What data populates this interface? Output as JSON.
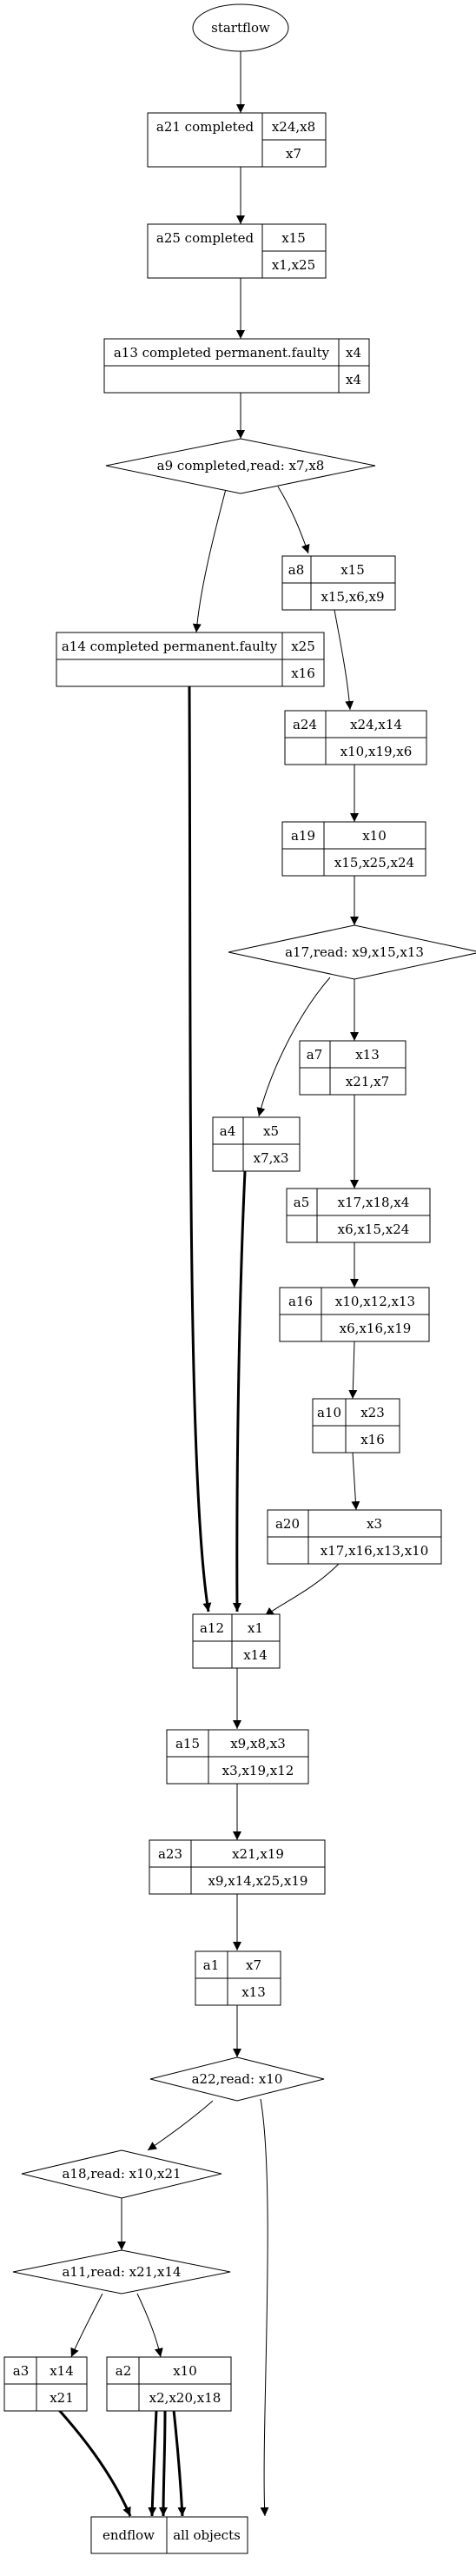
{
  "nodes": {
    "startflow": {
      "label": "startflow"
    },
    "a21": {
      "name": "a21 completed",
      "top": "x24,x8",
      "bottom": "x7"
    },
    "a25": {
      "name": "a25 completed",
      "top": "x15",
      "bottom": "x1,x25"
    },
    "a13": {
      "name": "a13 completed permanent.faulty",
      "top": "x4",
      "bottom": "x4"
    },
    "a9": {
      "label": "a9 completed,read: x7,x8"
    },
    "a8": {
      "name": "a8",
      "top": "x15",
      "bottom": "x15,x6,x9"
    },
    "a14": {
      "name": "a14 completed permanent.faulty",
      "top": "x25",
      "bottom": "x16"
    },
    "a24": {
      "name": "a24",
      "top": "x24,x14",
      "bottom": "x10,x19,x6"
    },
    "a19": {
      "name": "a19",
      "top": "x10",
      "bottom": "x15,x25,x24"
    },
    "a17": {
      "label": "a17,read: x9,x15,x13"
    },
    "a7": {
      "name": "a7",
      "top": "x13",
      "bottom": "x21,x7"
    },
    "a4": {
      "name": "a4",
      "top": "x5",
      "bottom": "x7,x3"
    },
    "a5": {
      "name": "a5",
      "top": "x17,x18,x4",
      "bottom": "x6,x15,x24"
    },
    "a16": {
      "name": "a16",
      "top": "x10,x12,x13",
      "bottom": "x6,x16,x19"
    },
    "a10": {
      "name": "a10",
      "top": "x23",
      "bottom": "x16"
    },
    "a20": {
      "name": "a20",
      "top": "x3",
      "bottom": "x17,x16,x13,x10"
    },
    "a12": {
      "name": "a12",
      "top": "x1",
      "bottom": "x14"
    },
    "a15": {
      "name": "a15",
      "top": "x9,x8,x3",
      "bottom": "x3,x19,x12"
    },
    "a23": {
      "name": "a23",
      "top": "x21,x19",
      "bottom": "x9,x14,x25,x19"
    },
    "a1": {
      "name": "a1",
      "top": "x7",
      "bottom": "x13"
    },
    "a22": {
      "label": "a22,read: x10"
    },
    "a18": {
      "label": "a18,read: x10,x21"
    },
    "a11": {
      "label": "a11,read: x21,x14"
    },
    "a3": {
      "name": "a3",
      "top": "x14",
      "bottom": "x21"
    },
    "a2": {
      "name": "a2",
      "top": "x10",
      "bottom": "x2,x20,x18"
    },
    "endflow": {
      "label": "endflow"
    },
    "allobjects": {
      "label": "all objects"
    }
  }
}
